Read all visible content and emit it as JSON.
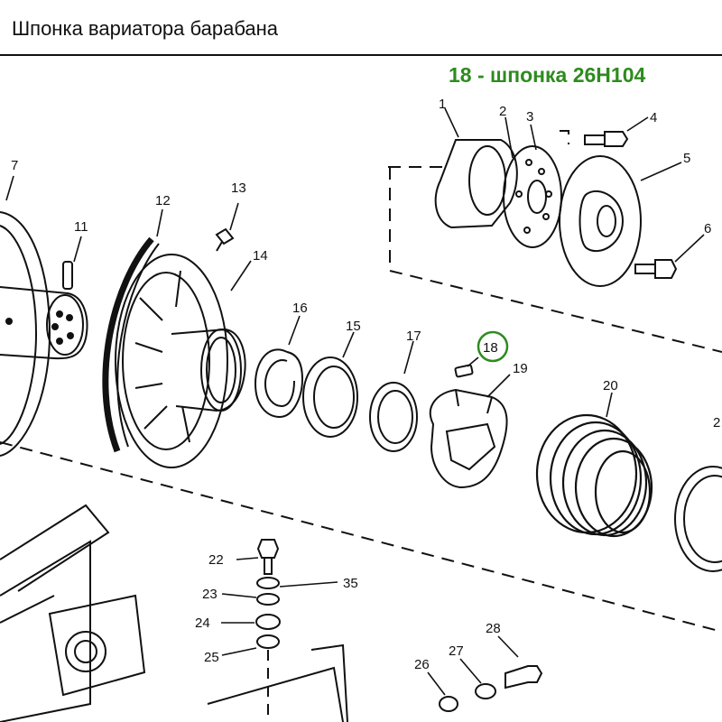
{
  "header": {
    "title": "Шпонка вариатора барабана"
  },
  "annotation": {
    "text": "18 - шпонка 26H104",
    "color": "#2e8b1f"
  },
  "highlight": {
    "part": "18",
    "color": "#2e8b1f"
  },
  "parts": {
    "p1": "1",
    "p2": "2",
    "p3": "3",
    "p4": "4",
    "p5": "5",
    "p6": "6",
    "p7": "7",
    "p11": "11",
    "p12": "12",
    "p13": "13",
    "p14": "14",
    "p15": "15",
    "p16": "16",
    "p17": "17",
    "p18": "18",
    "p19": "19",
    "p20": "20",
    "p21": "2",
    "p22": "22",
    "p23": "23",
    "p24": "24",
    "p25": "25",
    "p26": "26",
    "p27": "27",
    "p28": "28",
    "p35": "35"
  }
}
